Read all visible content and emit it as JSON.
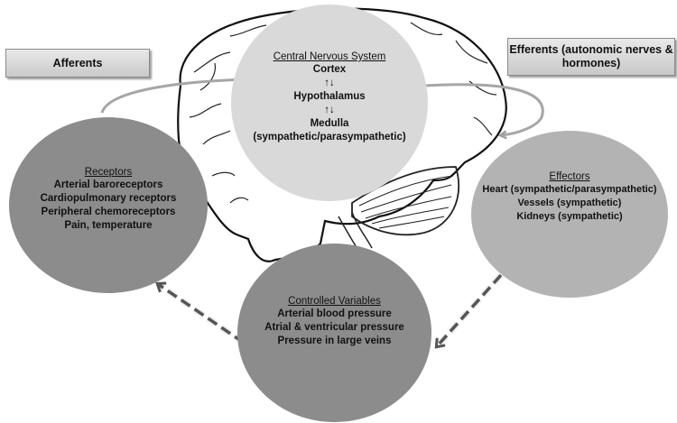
{
  "labels": {
    "afferents": "Afferents",
    "efferents": "Efferents (autonomic nerves & hormones)"
  },
  "cns": {
    "title": "Central Nervous System",
    "lines": [
      "Cortex",
      "↑↓",
      "Hypothalamus",
      "↑↓",
      "Medulla",
      "(sympathetic/parasympathetic)"
    ]
  },
  "receptors": {
    "title": "Receptors",
    "lines": [
      "Arterial baroreceptors",
      "Cardiopulmonary receptors",
      "Peripheral chemoreceptors",
      "Pain, temperature"
    ]
  },
  "effectors": {
    "title": "Effectors",
    "lines": [
      "Heart (sympathetic/parasympathetic)",
      "Vessels (sympathetic)",
      "Kidneys (sympathetic)"
    ]
  },
  "controlled": {
    "title": "Controlled Variables",
    "lines": [
      "Arterial blood pressure",
      "Atrial & ventricular pressure",
      "Pressure in large veins"
    ]
  },
  "colors": {
    "cns_fill": "#d9d9d9",
    "receptors_fill": "#8c8c8c",
    "effectors_fill": "#b3b3b3",
    "controlled_fill": "#8c8c8c",
    "arrow_solid": "#a6a6a6",
    "arrow_dashed": "#555555"
  }
}
